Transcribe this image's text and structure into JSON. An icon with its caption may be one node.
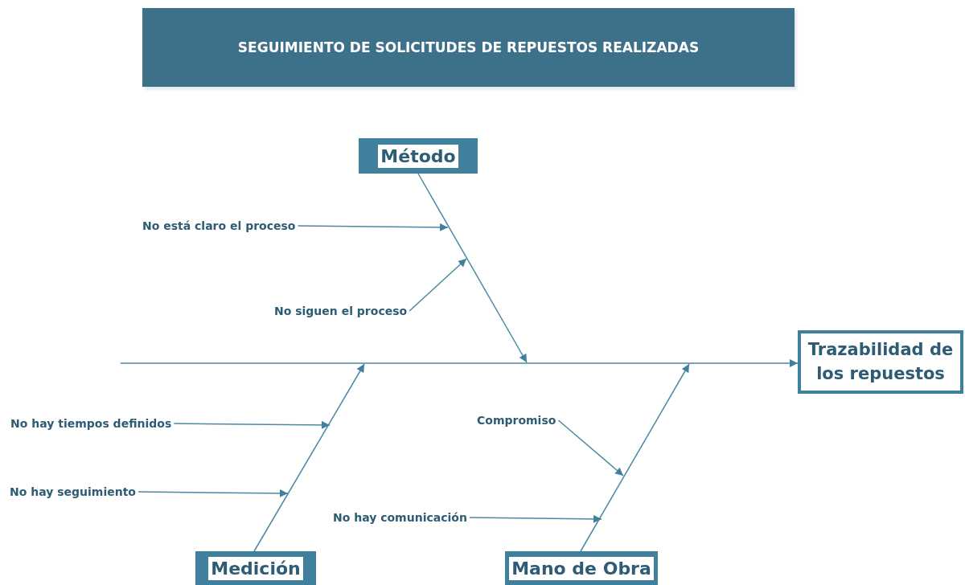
{
  "diagram": {
    "title": "SEGUIMIENTO DE SOLICITUDES DE REPUESTOS REALIZADAS",
    "nodes": [
      {
        "text": [
          "Método"
        ]
      },
      {
        "text": [
          "No está claro el proceso"
        ]
      },
      {
        "text": [
          "No siguen el proceso"
        ]
      },
      {
        "text": [
          "Trazabilidad de los repuestos"
        ]
      },
      {
        "text": [
          "No hay tiempos definidos"
        ]
      },
      {
        "text": [
          "Compromiso"
        ]
      },
      {
        "text": [
          "No hay seguimiento"
        ]
      },
      {
        "text": [
          "No hay comunicación"
        ]
      },
      {
        "text": [
          "Medición"
        ]
      },
      {
        "text": [
          "Mano de Obra"
        ]
      }
    ],
    "edges": [
      {
        "from": null,
        "to": 3,
        "arrow": "to"
      },
      {
        "from": 0,
        "to": null,
        "arrow": "to"
      },
      {
        "from": 1,
        "to": null,
        "arrow": "to"
      },
      {
        "from": 2,
        "to": null,
        "arrow": "to"
      },
      {
        "from": 8,
        "to": null,
        "arrow": "to"
      },
      {
        "from": 4,
        "to": null,
        "arrow": "to"
      },
      {
        "from": 6,
        "to": null,
        "arrow": "to"
      },
      {
        "from": 9,
        "to": null,
        "arrow": "to"
      },
      {
        "from": 5,
        "to": null,
        "arrow": "to"
      },
      {
        "from": 7,
        "to": null,
        "arrow": "to"
      }
    ]
  }
}
